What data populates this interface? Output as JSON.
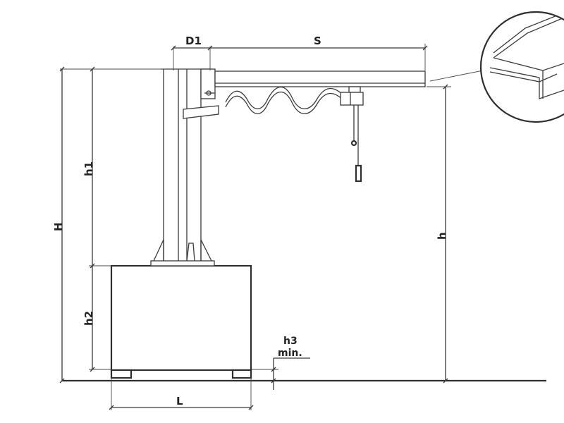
{
  "dimensions": {
    "D1": "D1",
    "S": "S",
    "H": "H",
    "h1": "h1",
    "h2": "h2",
    "h": "h",
    "h3": "h3",
    "min": "min.",
    "L": "L"
  }
}
